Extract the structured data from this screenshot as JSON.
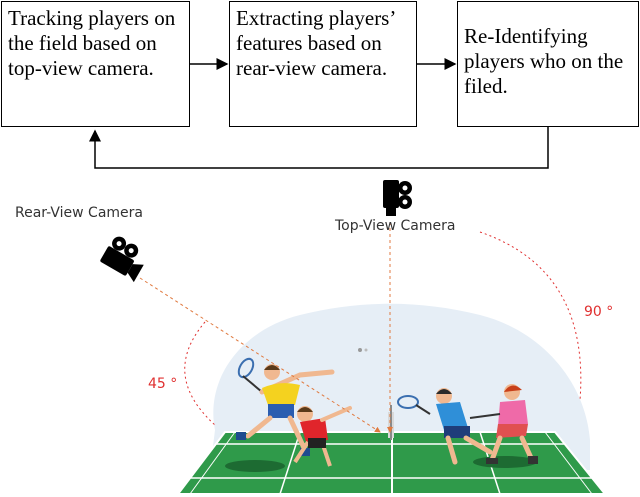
{
  "flow": {
    "box1": "Tracking players on the field based on top-view camera.",
    "box2": "Extracting players’ features based on rear-view camera.",
    "box3": "Re-Identifying players who on the filed."
  },
  "labels": {
    "rear_camera": "Rear-View Camera",
    "top_camera": "Top-View Camera",
    "angle_rear": "45 °",
    "angle_top": "90 °"
  },
  "colors": {
    "court": "#2f9a4a",
    "court_lines": "#ffffff",
    "angle_arc": "#e03030",
    "background_blob": "#e6eef6"
  }
}
